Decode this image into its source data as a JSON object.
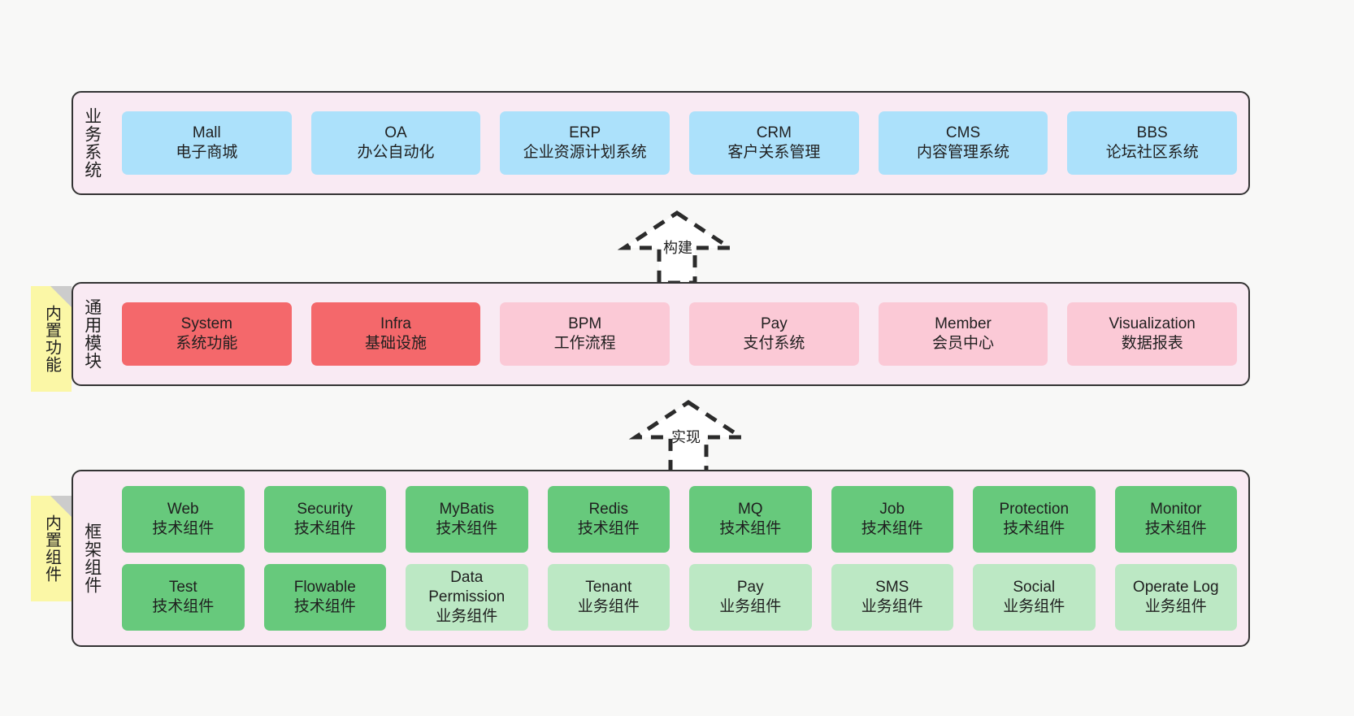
{
  "diagram": {
    "background_color": "#f8f8f7",
    "panel_color": "#f9eaf3",
    "panel_border_color": "#333333",
    "note_color": "#fbf7a6"
  },
  "layers": {
    "business": {
      "title": "业务系统",
      "item_color": "#ace1fb",
      "items": [
        {
          "en": "Mall",
          "cn": "电子商城"
        },
        {
          "en": "OA",
          "cn": "办公自动化"
        },
        {
          "en": "ERP",
          "cn": "企业资源计划系统"
        },
        {
          "en": "CRM",
          "cn": "客户关系管理"
        },
        {
          "en": "CMS",
          "cn": "内容管理系统"
        },
        {
          "en": "BBS",
          "cn": "论坛社区系统"
        }
      ]
    },
    "common": {
      "title": "通用模块",
      "note": "内置功能",
      "strong_color": "#f4686b",
      "light_color": "#fbc9d6",
      "items": [
        {
          "en": "System",
          "cn": "系统功能",
          "tone": "strong"
        },
        {
          "en": "Infra",
          "cn": "基础设施",
          "tone": "strong"
        },
        {
          "en": "BPM",
          "cn": "工作流程",
          "tone": "light"
        },
        {
          "en": "Pay",
          "cn": "支付系统",
          "tone": "light"
        },
        {
          "en": "Member",
          "cn": "会员中心",
          "tone": "light"
        },
        {
          "en": "Visualization",
          "cn": "数据报表",
          "tone": "light"
        }
      ]
    },
    "framework": {
      "title": "框架组件",
      "note": "内置组件",
      "tech_color": "#67c97c",
      "biz_color": "#bce8c4",
      "row1": [
        {
          "en": "Web",
          "cn": "技术组件"
        },
        {
          "en": "Security",
          "cn": "技术组件"
        },
        {
          "en": "MyBatis",
          "cn": "技术组件"
        },
        {
          "en": "Redis",
          "cn": "技术组件"
        },
        {
          "en": "MQ",
          "cn": "技术组件"
        },
        {
          "en": "Job",
          "cn": "技术组件"
        },
        {
          "en": "Protection",
          "cn": "技术组件"
        },
        {
          "en": "Monitor",
          "cn": "技术组件"
        }
      ],
      "row2": [
        {
          "en": "Test",
          "cn": "技术组件",
          "tone": "tech"
        },
        {
          "en": "Flowable",
          "cn": "技术组件",
          "tone": "tech"
        },
        {
          "en": "Data Permission",
          "cn": "业务组件",
          "tone": "biz"
        },
        {
          "en": "Tenant",
          "cn": "业务组件",
          "tone": "biz"
        },
        {
          "en": "Pay",
          "cn": "业务组件",
          "tone": "biz"
        },
        {
          "en": "SMS",
          "cn": "业务组件",
          "tone": "biz"
        },
        {
          "en": "Social",
          "cn": "业务组件",
          "tone": "biz"
        },
        {
          "en": "Operate Log",
          "cn": "业务组件",
          "tone": "biz"
        }
      ]
    }
  },
  "arrows": [
    {
      "label": "构建",
      "direction": "up"
    },
    {
      "label": "实现",
      "direction": "up"
    }
  ]
}
